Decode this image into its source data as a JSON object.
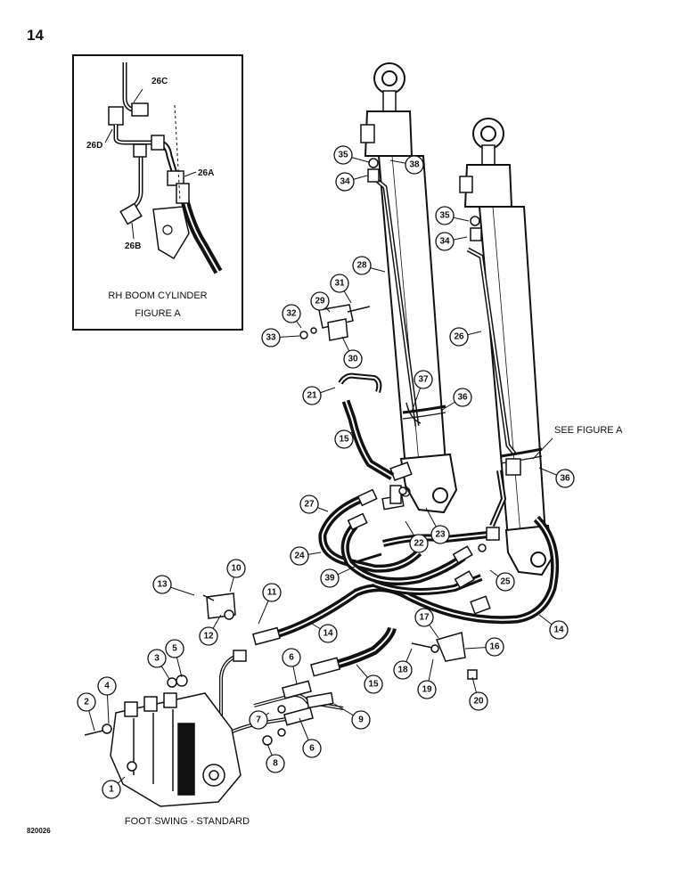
{
  "page_number": "14",
  "figure_code": "820026",
  "inset": {
    "title": "RH BOOM CYLINDER",
    "subtitle": "FIGURE A",
    "labels": [
      "26C",
      "26D",
      "26A",
      "26B"
    ]
  },
  "see_figure_note": "SEE FIGURE A",
  "caption": "FOOT SWING - STANDARD",
  "callouts": [
    "1",
    "2",
    "3",
    "4",
    "5",
    "6",
    "6",
    "7",
    "8",
    "9",
    "10",
    "11",
    "12",
    "13",
    "14",
    "14",
    "15",
    "15",
    "16",
    "17",
    "18",
    "19",
    "20",
    "21",
    "22",
    "23",
    "24",
    "25",
    "26",
    "27",
    "28",
    "29",
    "30",
    "31",
    "32",
    "33",
    "34",
    "34",
    "35",
    "35",
    "36",
    "36",
    "37",
    "38",
    "39"
  ],
  "colors": {
    "ink": "#111111",
    "paper": "#ffffff"
  }
}
